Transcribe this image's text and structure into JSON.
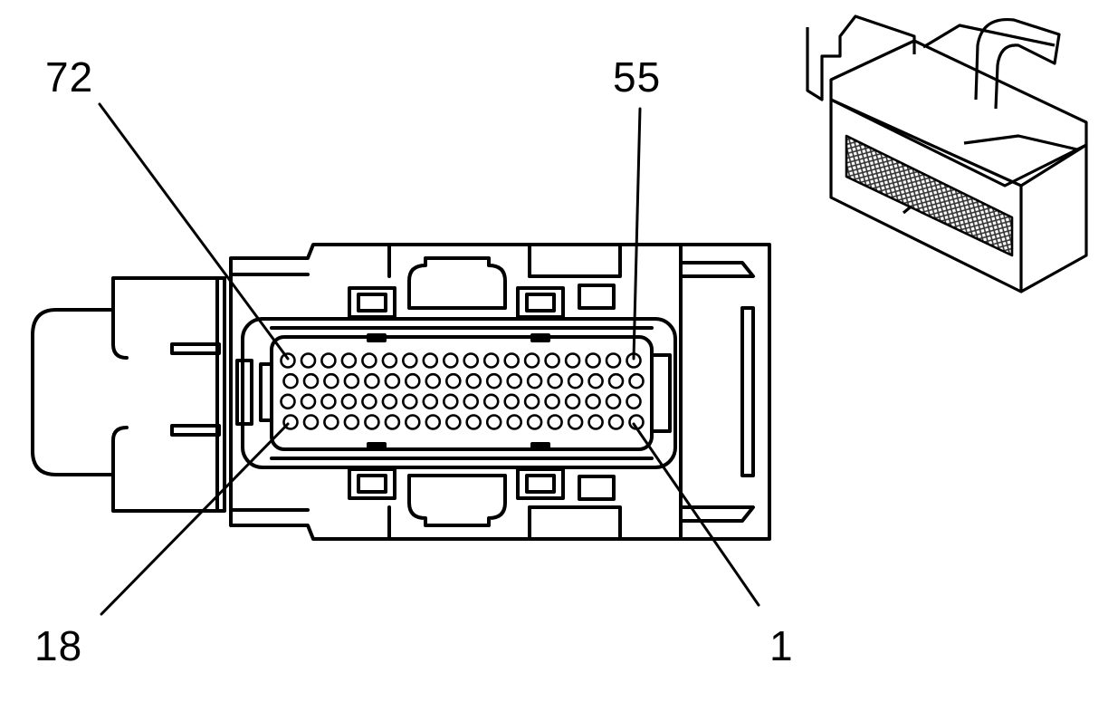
{
  "callouts": {
    "pin_72": "72",
    "pin_55": "55",
    "pin_18": "18",
    "pin_1": "1"
  },
  "colors": {
    "line": "#000000",
    "background": "#ffffff",
    "mesh": "#555555"
  },
  "pin_grid": {
    "rows": 4,
    "columns": 18
  }
}
